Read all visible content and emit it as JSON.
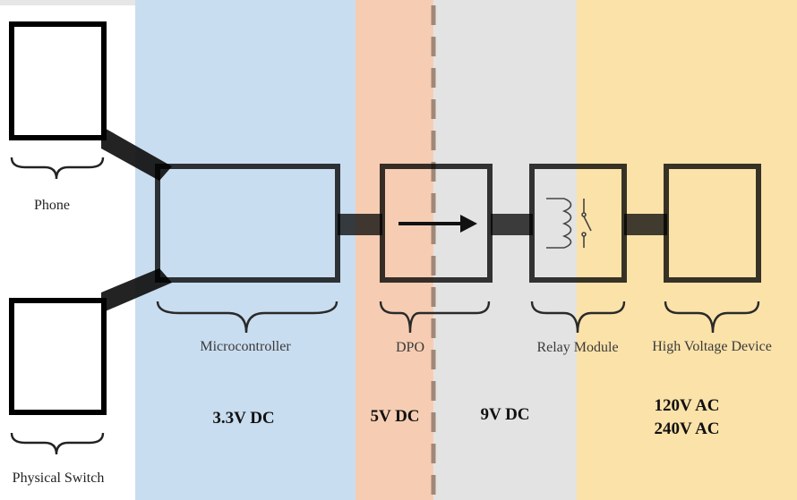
{
  "colors": {
    "mcu_zone": "#c9ddf0",
    "dpo_zone": "#f6cdb3",
    "nine_volt_zone": "#e3e3e3",
    "ac_zone": "#fbe2a9",
    "wire": "#0b0b0b",
    "divider": "#a08878"
  },
  "labels": {
    "phone": "Phone",
    "physical_switch": "Physical Switch",
    "microcontroller": "Microcontroller",
    "dpo": "DPO",
    "relay_module": "Relay Module",
    "high_voltage_device": "High Voltage Device"
  },
  "voltages": {
    "mcu": "3.3V DC",
    "dpo": "5V DC",
    "nine": "9V DC",
    "ac_line1": "120V AC",
    "ac_line2": "240V AC"
  }
}
